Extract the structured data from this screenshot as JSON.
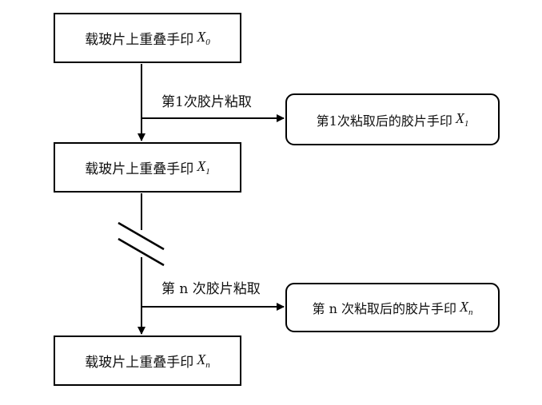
{
  "nodes": {
    "slide0": {
      "text": "载玻片上重叠手印",
      "var": "X",
      "sub": "0"
    },
    "slide1": {
      "text": "载玻片上重叠手印",
      "var": "X",
      "sub": "1"
    },
    "slideN": {
      "text": "载玻片上重叠手印",
      "var": "X",
      "sub": "n"
    },
    "tape1": {
      "text": "第1次粘取后的胶片手印",
      "var": "X",
      "sub": "1"
    },
    "tapeN": {
      "text": "第 n 次粘取后的胶片手印",
      "var": "X",
      "sub": "n"
    }
  },
  "edges": {
    "step1_label": "第1次胶片粘取",
    "stepN_label": "第 n 次胶片粘取"
  }
}
